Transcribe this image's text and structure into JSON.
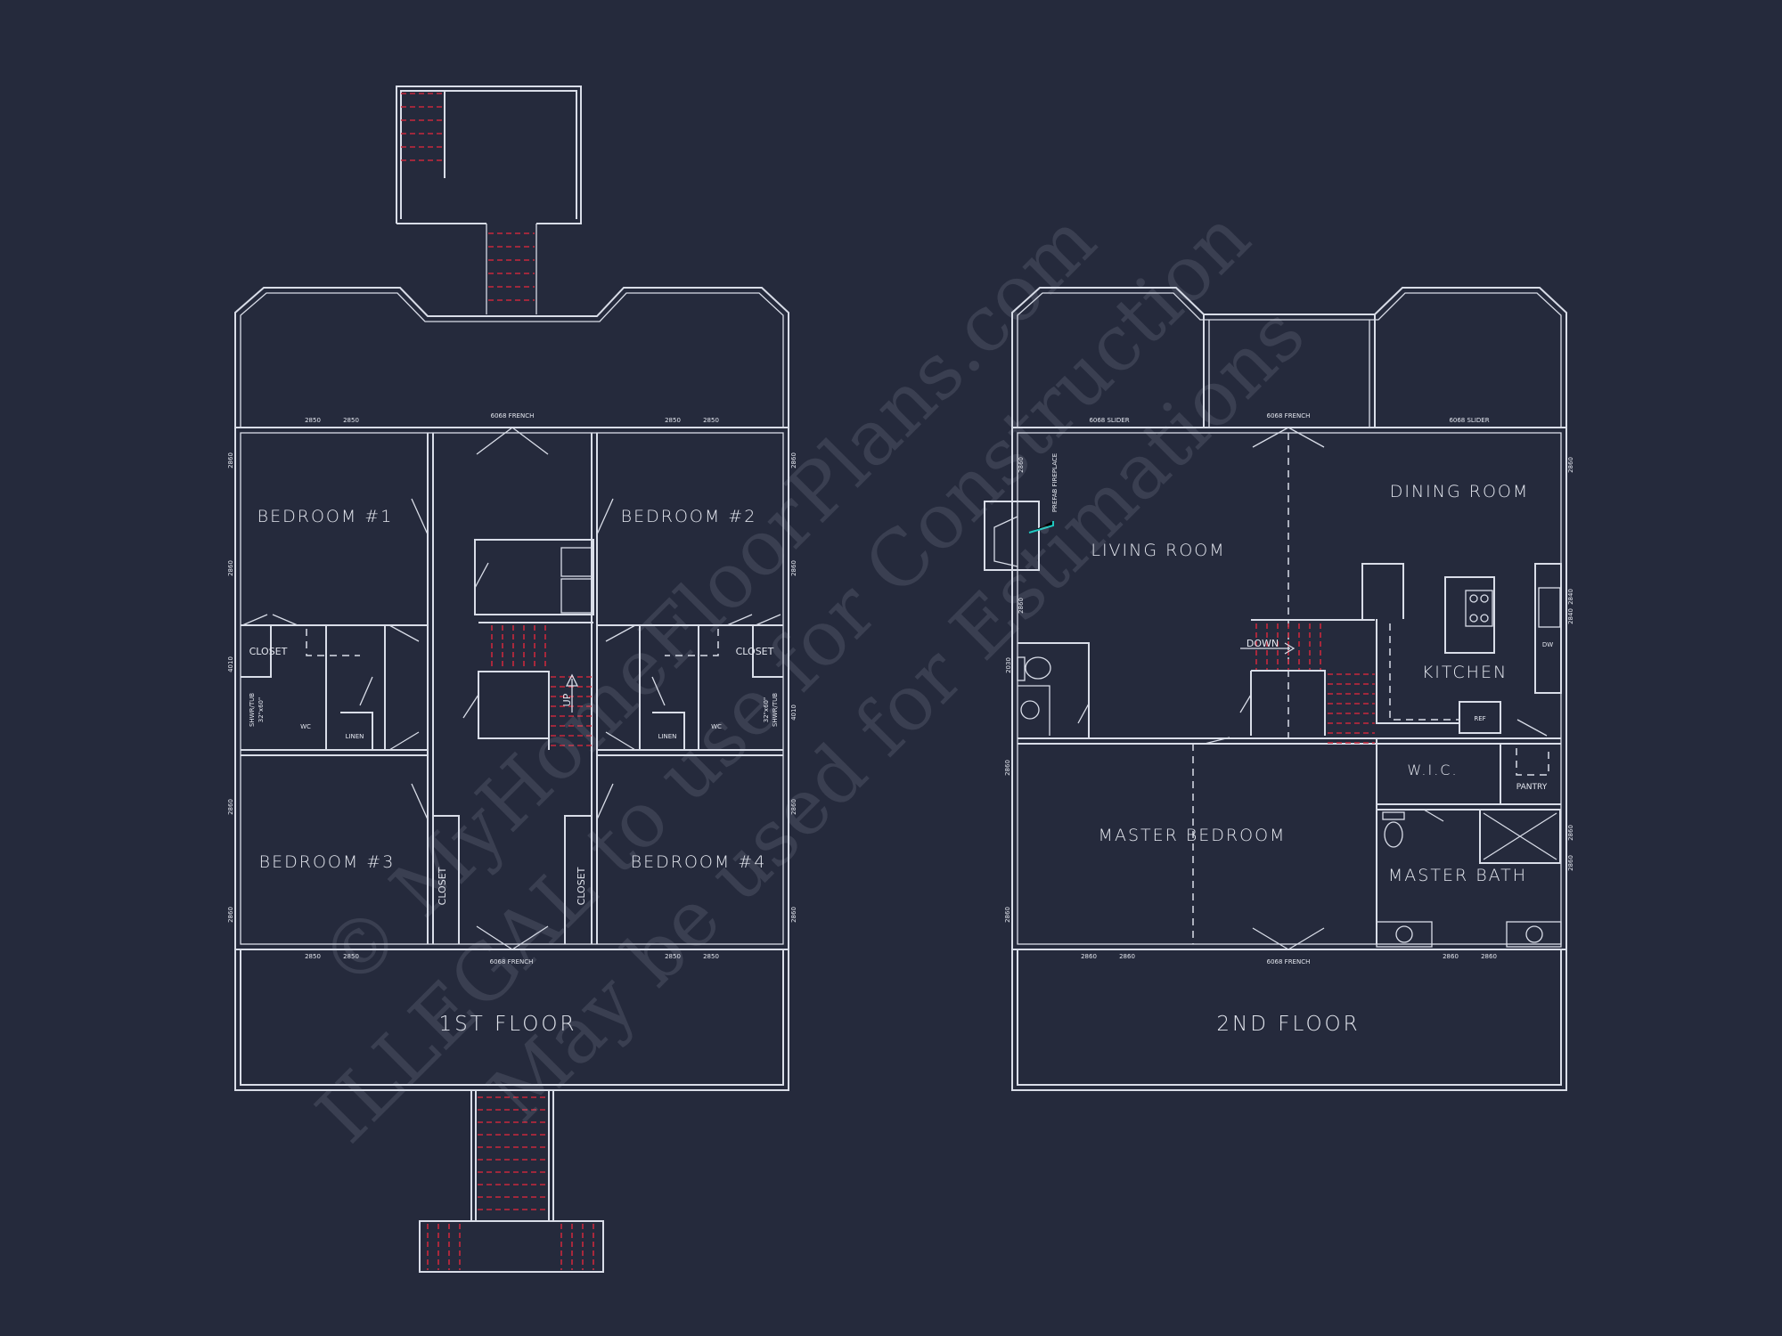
{
  "colors": {
    "background": "#252a3c",
    "lines": "#d9dde8",
    "stairs": "#c8283c",
    "leader": "#1fc7c0"
  },
  "first_floor": {
    "title": "1ST FLOOR",
    "rooms": [
      "BEDROOM  #1",
      "BEDROOM  #2",
      "BEDROOM  #3",
      "BEDROOM  #4"
    ],
    "closet": "CLOSET",
    "linen": "LINEN",
    "wc": "WC",
    "shower_tub": "SHWR/TUB",
    "shower_size": "32\"x60\"",
    "up": "UP",
    "door_front": "6068 FRENCH",
    "window": "2850",
    "side_window": "2860",
    "side_window_2": "4010"
  },
  "second_floor": {
    "title": "2ND FLOOR",
    "rooms": {
      "living": "LIVING ROOM",
      "dining": "DINING ROOM",
      "kitchen": "KITCHEN",
      "master_bedroom": "MASTER BEDROOM",
      "master_bath": "MASTER BATH",
      "wic": "W.I.C.",
      "pantry": "PANTRY"
    },
    "fireplace": "PREFAB FIREPLACE",
    "down": "DOWN",
    "ref": "REF",
    "dw": "DW",
    "slider": "6068 SLIDER",
    "door_front": "6068 FRENCH",
    "window": "2860",
    "window_2030": "2030",
    "window_2840": "2840"
  },
  "watermark": {
    "line1": "© MyHomeFloorPlans.com",
    "line2": "ILLEGAL to use for Construction",
    "line3": "May be used for Estimations"
  }
}
